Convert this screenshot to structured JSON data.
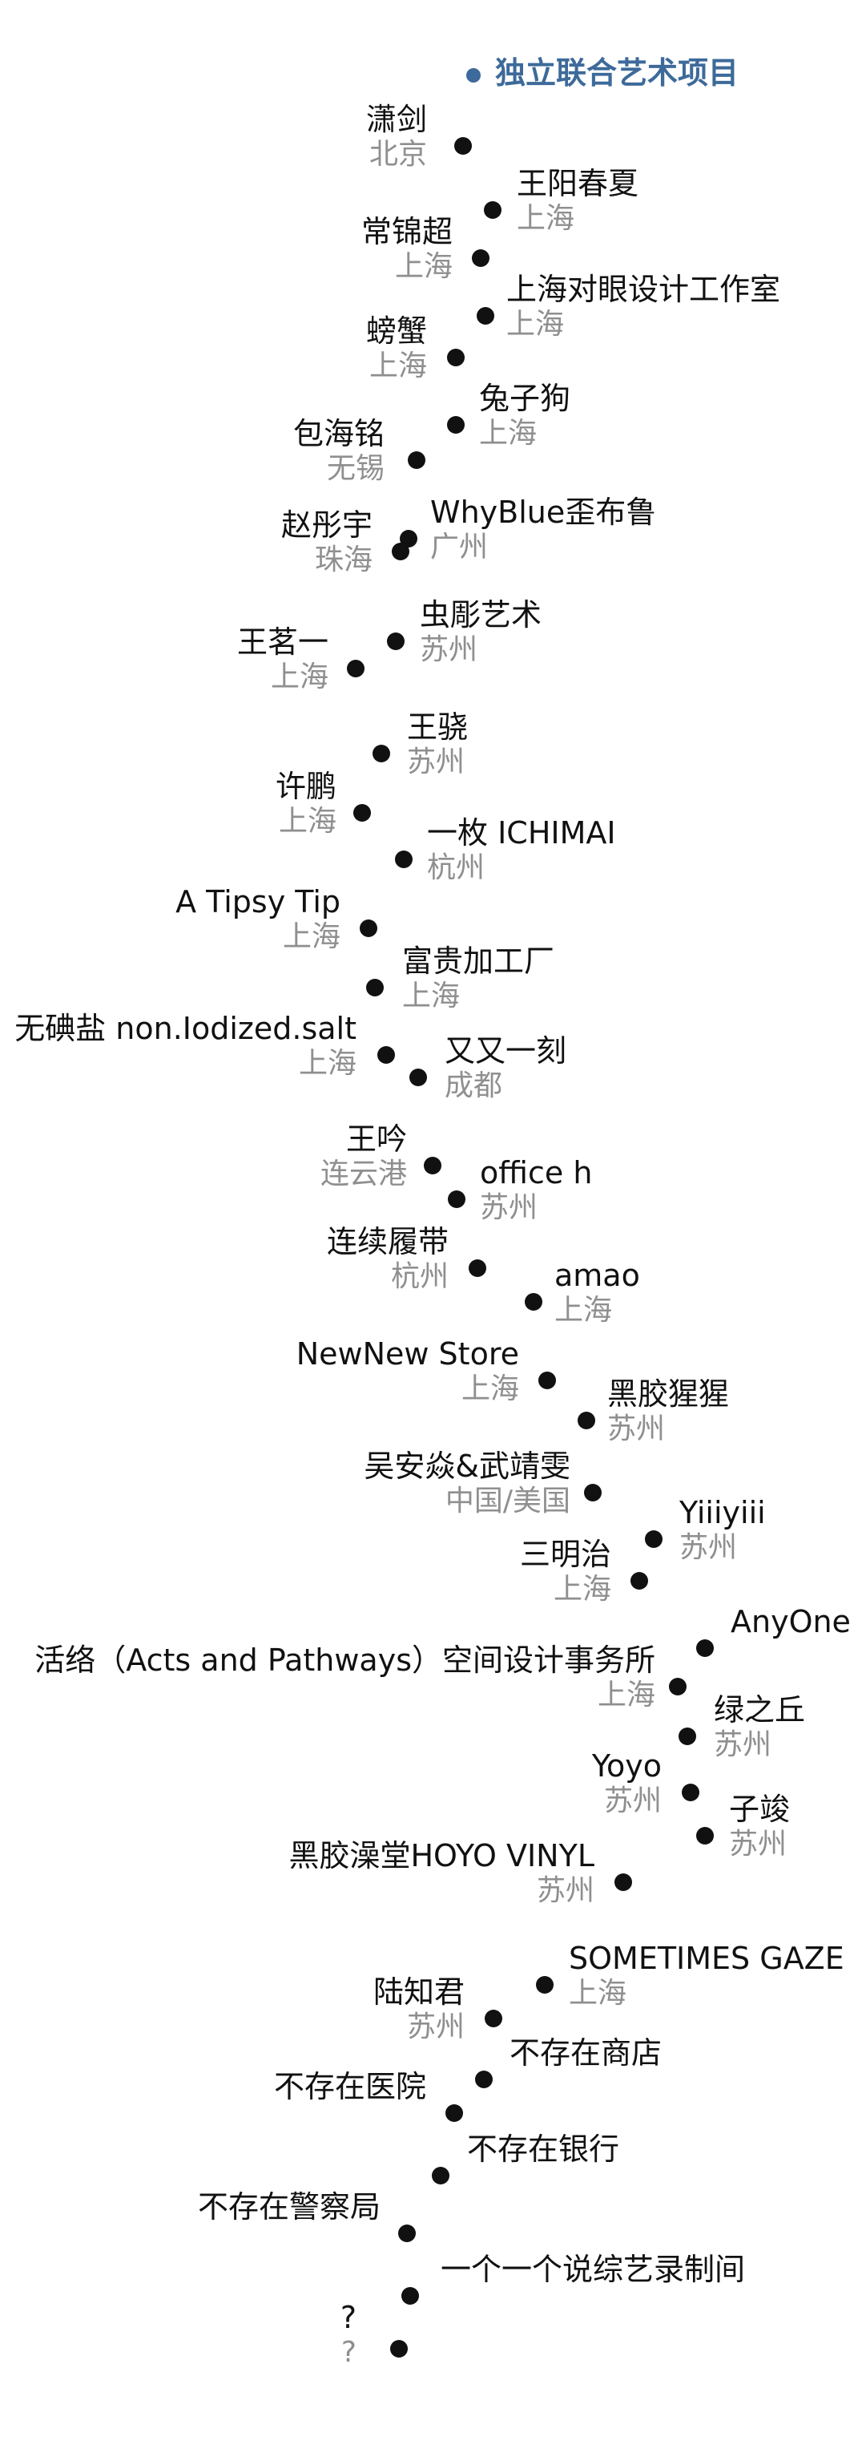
{
  "legend": {
    "label": "独立联合艺术项目",
    "color": "#3d6a9a"
  },
  "colors": {
    "dot": "#111111",
    "name": "#111111",
    "city": "#8f8f8f"
  },
  "nodes": [
    {
      "name": "潇剑",
      "city": "北京",
      "side": "left"
    },
    {
      "name": "王阳春夏",
      "city": "上海",
      "side": "right"
    },
    {
      "name": "常锦超",
      "city": "上海",
      "side": "left"
    },
    {
      "name": "上海对眼设计工作室",
      "city": "上海",
      "side": "right"
    },
    {
      "name": "螃蟹",
      "city": "上海",
      "side": "left"
    },
    {
      "name": "兔子狗",
      "city": "上海",
      "side": "right"
    },
    {
      "name": "包海铭",
      "city": "无锡",
      "side": "left"
    },
    {
      "name": "WhyBlue歪布鲁",
      "city": "广州",
      "side": "right"
    },
    {
      "name": "赵彤宇",
      "city": "珠海",
      "side": "left"
    },
    {
      "name": "虫彫艺术",
      "city": "苏州",
      "side": "right"
    },
    {
      "name": "王茗一",
      "city": "上海",
      "side": "left"
    },
    {
      "name": "王骁",
      "city": "苏州",
      "side": "right"
    },
    {
      "name": "许鹏",
      "city": "上海",
      "side": "left"
    },
    {
      "name": "一枚 ICHIMAI",
      "city": "杭州",
      "side": "right"
    },
    {
      "name": "A Tipsy Tip",
      "city": "上海",
      "side": "left"
    },
    {
      "name": "富贵加工厂",
      "city": "上海",
      "side": "right"
    },
    {
      "name": "无碘盐 non.Iodized.salt",
      "city": "上海",
      "side": "left"
    },
    {
      "name": "又又一刻",
      "city": "成都",
      "side": "right"
    },
    {
      "name": "王吟",
      "city": "连云港",
      "side": "left"
    },
    {
      "name": "office h",
      "city": "苏州",
      "side": "right"
    },
    {
      "name": "连续履带",
      "city": "杭州",
      "side": "left"
    },
    {
      "name": "amao",
      "city": "上海",
      "side": "right"
    },
    {
      "name": "NewNew Store",
      "city": "上海",
      "side": "left"
    },
    {
      "name": "黑胶猩猩",
      "city": "苏州",
      "side": "right"
    },
    {
      "name": "吴安焱&武靖雯",
      "city": "中国/美国",
      "side": "left"
    },
    {
      "name": "Yiiiyiii",
      "city": "苏州",
      "side": "right"
    },
    {
      "name": "三明治",
      "city": "上海",
      "side": "left"
    },
    {
      "name": "AnyOne",
      "city": "",
      "side": "right"
    },
    {
      "name": "活络（Acts and Pathways）空间设计事务所",
      "city": "上海",
      "side": "left"
    },
    {
      "name": "绿之丘",
      "city": "苏州",
      "side": "right"
    },
    {
      "name": "Yoyo",
      "city": "苏州",
      "side": "left"
    },
    {
      "name": "子竣",
      "city": "苏州",
      "side": "right"
    },
    {
      "name": "黑胶澡堂HOYO VINYL",
      "city": "苏州",
      "side": "left"
    },
    {
      "name": "SOMETIMES GAZE",
      "city": "上海",
      "side": "right"
    },
    {
      "name": "陆知君",
      "city": "苏州",
      "side": "left"
    },
    {
      "name": "不存在商店",
      "city": "",
      "side": "right"
    },
    {
      "name": "不存在医院",
      "city": "",
      "side": "left"
    },
    {
      "name": "不存在银行",
      "city": "",
      "side": "right"
    },
    {
      "name": "不存在警察局",
      "city": "",
      "side": "left"
    },
    {
      "name": "一个一个说综艺录制间",
      "city": "",
      "side": "right"
    },
    {
      "name": "?",
      "city": "?",
      "side": "left"
    }
  ]
}
